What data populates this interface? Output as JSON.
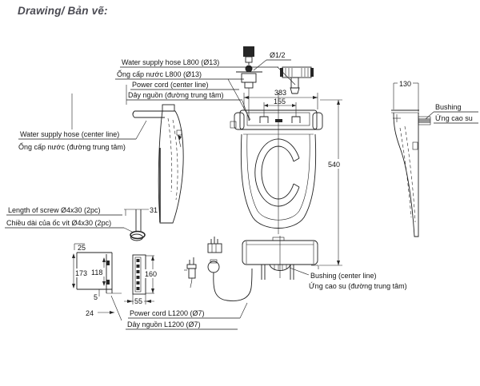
{
  "title": "Drawing/ Bản vẽ:",
  "labels": {
    "water_supply_hose_l800": {
      "en": "Water supply hose L800 (Ø13)",
      "vi": "Ống cấp nước L800 (Ø13)"
    },
    "power_cord_center": {
      "en": "Power cord (center line)",
      "vi": "Dây nguồn (đường trung tâm)"
    },
    "water_supply_hose_center": {
      "en": "Water supply hose (center line)",
      "vi": "Ống cấp nước (đường trung tâm)"
    },
    "screw_length": {
      "en": "Length of screw Ø4x30 (2pc)",
      "vi": "Chiều dài của ốc vít Ø4x30 (2pc)"
    },
    "bushing": {
      "en": "Bushing",
      "vi": "Ứng cao su"
    },
    "bushing_center": {
      "en": "Bushing (center line)",
      "vi": "Ứng cao su (đường trung tâm)"
    },
    "power_cord_l1200": {
      "en": "Power cord L1200 (Ø7)",
      "vi": "Dây nguồn L1200 (Ø7)"
    },
    "valve_size": "Ø1/2"
  },
  "dims": {
    "top_width": "383",
    "tab_span": "155",
    "total_length": "540",
    "side_depth": "130",
    "screw_exposed": "31",
    "bracket_top": "25",
    "bracket_height": "173",
    "bracket_inner": "118",
    "bracket_bottom": "5",
    "bracket_depth": "24",
    "plate_height": "160",
    "plate_width": "55"
  },
  "colors": {
    "line": "#1f1f1f",
    "text": "#141414",
    "title_text": "#4a4a52",
    "background": "#ffffff"
  }
}
